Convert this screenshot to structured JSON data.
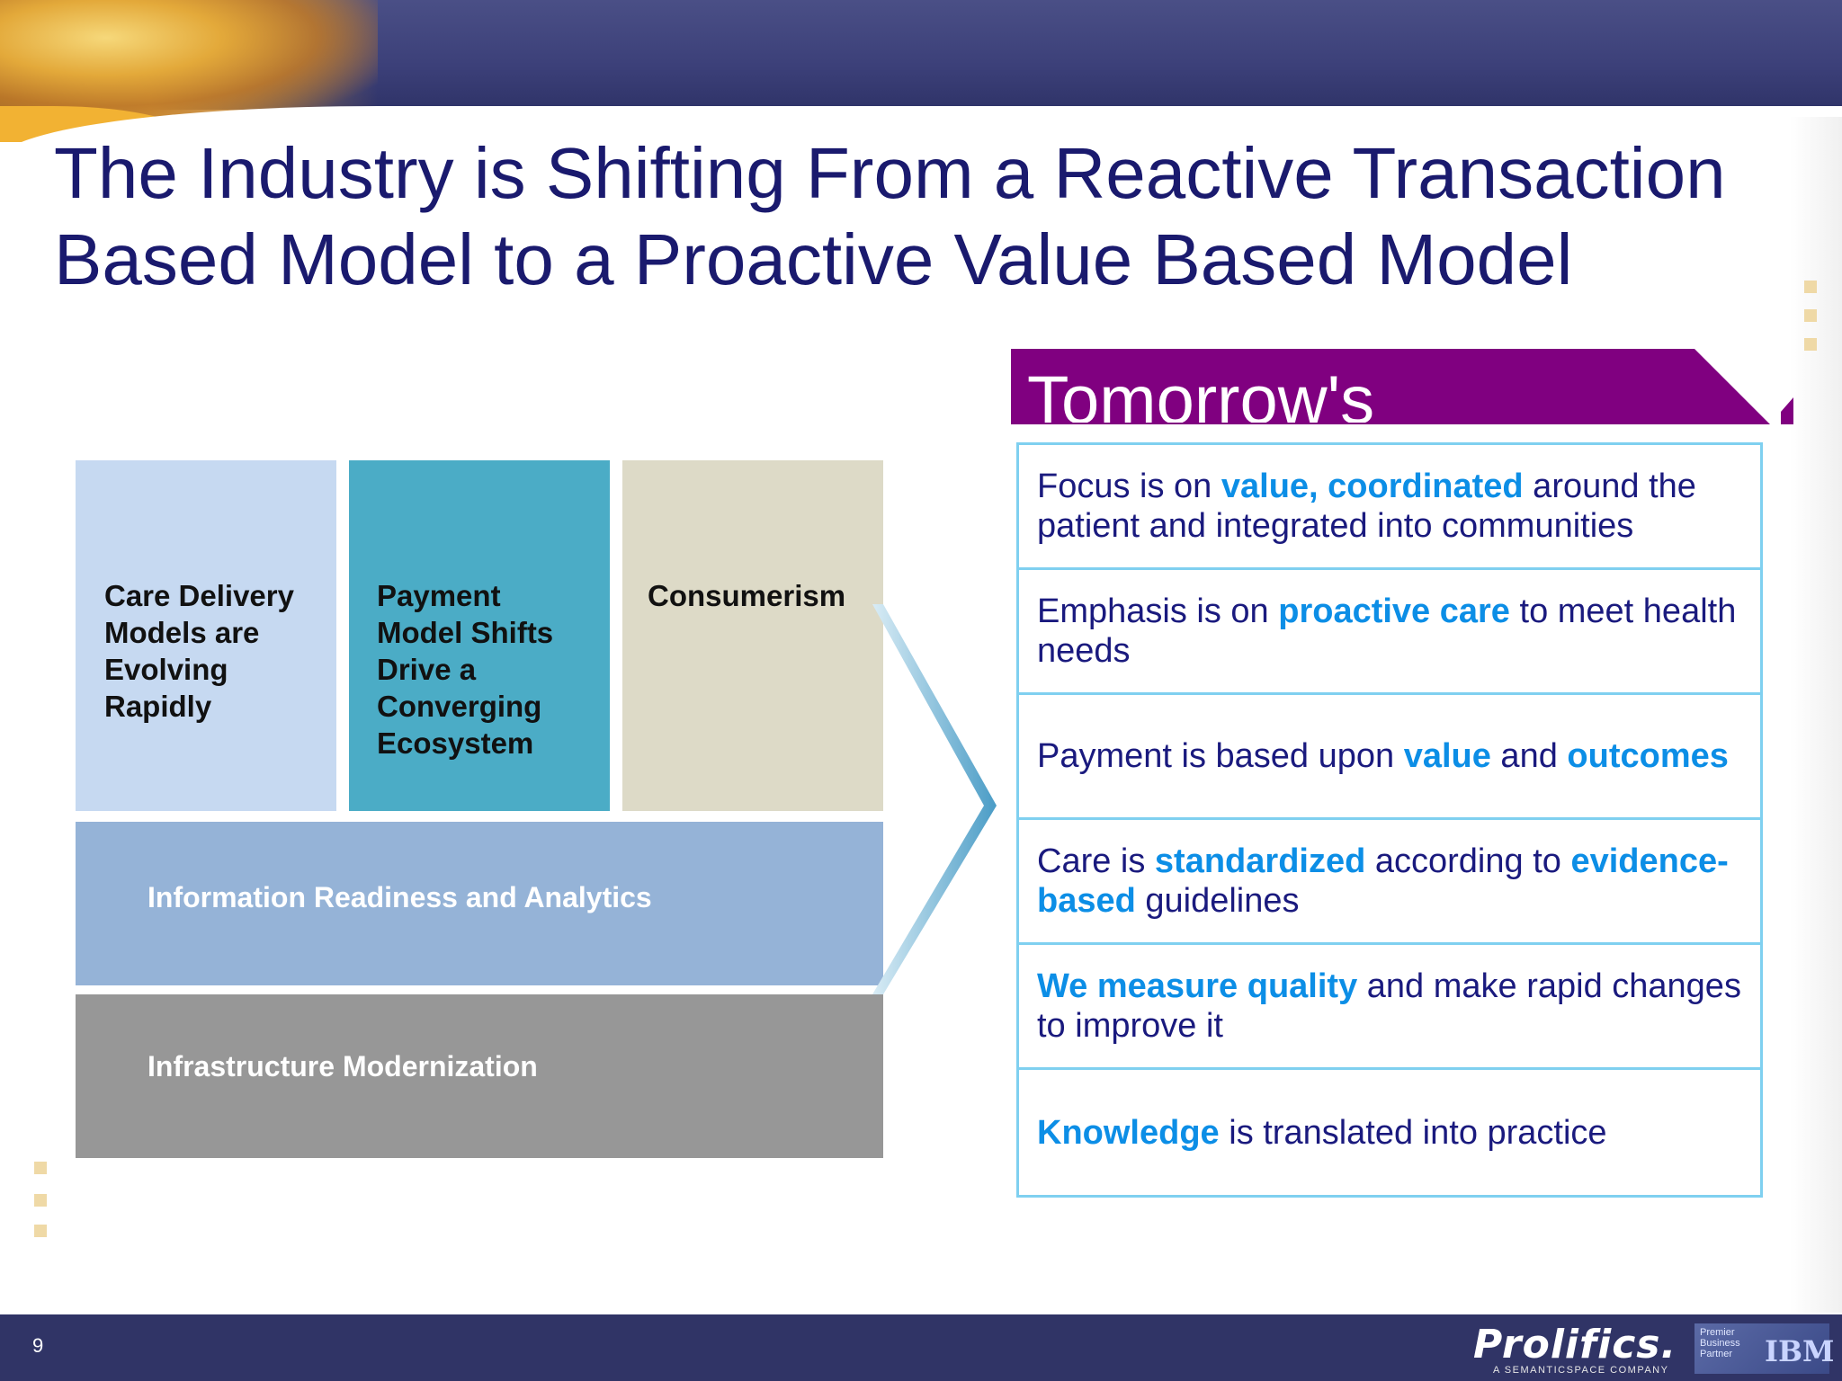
{
  "slide": {
    "title_line1": "The Industry is Shifting From a Reactive Transaction",
    "title_line2": "Based Model to a Proactive Value Based Model",
    "page_number": "9"
  },
  "diagram": {
    "boxes": [
      {
        "label": "Care Delivery Models are Evolving Rapidly",
        "color": "#c6d9f1"
      },
      {
        "label": "Payment Model Shifts Drive a Converging Ecosystem",
        "color": "#4bacc6"
      },
      {
        "label": "Consumerism",
        "color": "#dddac7"
      }
    ],
    "layers": [
      {
        "label": "Information Readiness and Analytics",
        "color": "#95b3d7"
      },
      {
        "label": "Infrastructure Modernization",
        "color": "#979797"
      }
    ]
  },
  "tomorrow": {
    "heading": "Tomorrow's",
    "banner_color": "#800080",
    "rows": [
      [
        {
          "t": "Focus is on "
        },
        {
          "t": "value, coordinated",
          "hl": true
        },
        {
          "t": " around the patient and integrated into communities"
        }
      ],
      [
        {
          "t": "Emphasis is on "
        },
        {
          "t": "proactive care",
          "hl": true
        },
        {
          "t": " to meet health needs"
        }
      ],
      [
        {
          "t": "Payment is based upon "
        },
        {
          "t": "value",
          "hl": true
        },
        {
          "t": " and "
        },
        {
          "t": "outcomes",
          "hl": true
        }
      ],
      [
        {
          "t": "Care is "
        },
        {
          "t": "standardized",
          "hl": true
        },
        {
          "t": " according to "
        },
        {
          "t": "evidence-based",
          "hl": true
        },
        {
          "t": " guidelines"
        }
      ],
      [
        {
          "t": "We measure quality",
          "hl": true
        },
        {
          "t": " and make rapid changes to improve it"
        }
      ],
      [
        {
          "t": "Knowledge",
          "hl": true
        },
        {
          "t": " is translated into practice"
        }
      ]
    ],
    "highlight_color": "#0c8ee6"
  },
  "footer": {
    "logo": "Prolifics.",
    "logo_tagline": "A SEMANTICSPACE COMPANY",
    "partner_text": "Premier Business Partner",
    "partner_logo": "IBM"
  }
}
